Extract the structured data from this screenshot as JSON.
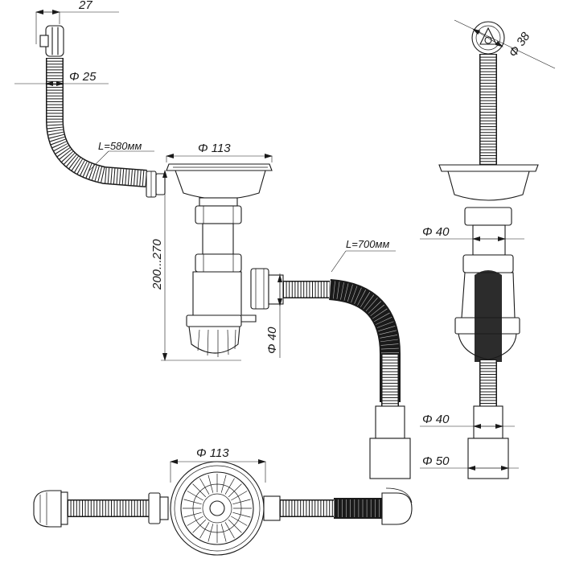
{
  "dimensions": {
    "overflow_offset": "27",
    "overflow_diameter": "Φ 25",
    "overflow_hose_length": "L=580мм",
    "bowl_diameter_side": "Φ 113",
    "height_range": "200...270",
    "outlet_diameter_side": "Φ 40",
    "drain_hose_length": "L=700мм",
    "overflow_top_diameter": "Φ 38",
    "pipe_diameter_right": "Φ 40",
    "hose_end_inner_diameter": "Φ 40",
    "hose_end_outer_diameter": "Φ 50",
    "bowl_diameter_plan": "Φ 113"
  }
}
